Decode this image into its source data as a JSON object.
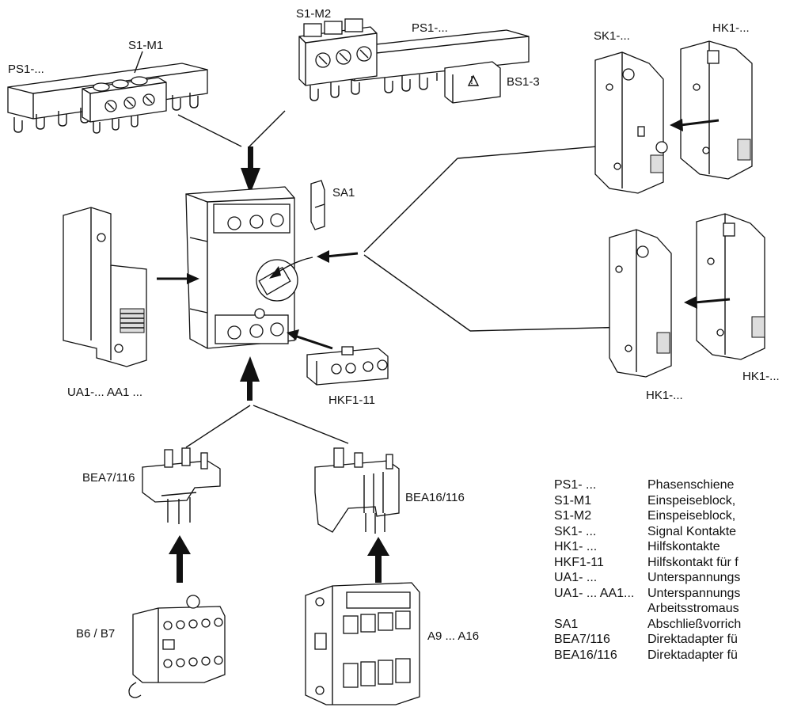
{
  "labels": {
    "ps1_left": "PS1-...",
    "s1_m1": "S1-M1",
    "s1_m2": "S1-M2",
    "ps1_top": "PS1-...",
    "bs1_3": "BS1-3",
    "sk1": "SK1-...",
    "hk1_top": "HK1-...",
    "sa1": "SA1",
    "ua1_aa1": "UA1-...  AA1 ...",
    "hkf1_11": "HKF1-11",
    "hk1_bottom_left": "HK1-...",
    "hk1_bottom_right": "HK1-...",
    "bea7": "BEA7/116",
    "bea16": "BEA16/116",
    "b6_b7": "B6 / B7",
    "a9_a16": "A9 ... A16"
  },
  "legend": [
    {
      "code": "PS1- ...",
      "desc": "Phasenschiene"
    },
    {
      "code": "S1-M1",
      "desc": "Einspeiseblock, "
    },
    {
      "code": "S1-M2",
      "desc": "Einspeiseblock, "
    },
    {
      "code": "SK1- ...",
      "desc": "Signal Kontakte"
    },
    {
      "code": "HK1- ...",
      "desc": "Hilfskontakte"
    },
    {
      "code": "HKF1-11",
      "desc": "Hilfskontakt für f"
    },
    {
      "code": "UA1- ...",
      "desc": "Unterspannungs"
    },
    {
      "code": "UA1- ... AA1...",
      "desc": "Unterspannungs"
    },
    {
      "code": "",
      "desc": "Arbeitsstromaus"
    },
    {
      "code": "SA1",
      "desc": "Abschließvorrich"
    },
    {
      "code": "BEA7/116",
      "desc": "Direktadapter fü"
    },
    {
      "code": "BEA16/116",
      "desc": "Direktadapter fü"
    }
  ]
}
